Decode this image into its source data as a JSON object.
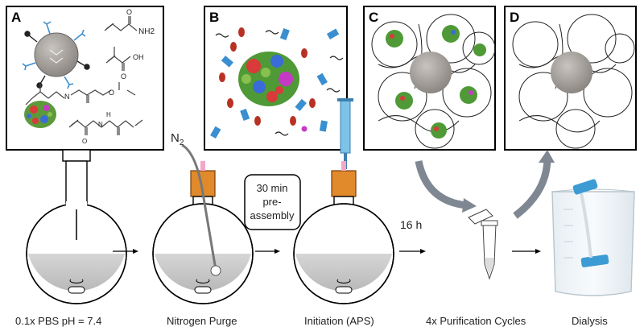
{
  "panels": {
    "a": {
      "letter": "A"
    },
    "b": {
      "letter": "B"
    },
    "c": {
      "letter": "C"
    },
    "d": {
      "letter": "D"
    }
  },
  "chemistry": {
    "nh2": "NH2",
    "oh": "OH",
    "amide_nh": "N",
    "amide_h": "H",
    "o1": "O",
    "o2": "O",
    "o3": "O",
    "o4": "O",
    "n_amine": "N"
  },
  "gas": {
    "label": "N",
    "subscript": "2"
  },
  "callout": {
    "line1": "30 min",
    "line2": "pre-",
    "line3": "assembly"
  },
  "time_label": "16 h",
  "steps": [
    {
      "label": "0.1x PBS pH = 7.4"
    },
    {
      "label": "Nitrogen Purge"
    },
    {
      "label": "Initiation (APS)"
    },
    {
      "label": "4x Purification Cycles"
    },
    {
      "label": "Dialysis"
    }
  ],
  "colors": {
    "stopper": "#e08a2c",
    "liquid": "#c9c9c9",
    "nanoparticle_core": "#a8a4a0",
    "arrow_gray": "#7f8792",
    "tube_blue": "#3d9bd3",
    "syringe_blue": "#7cc3e8"
  }
}
